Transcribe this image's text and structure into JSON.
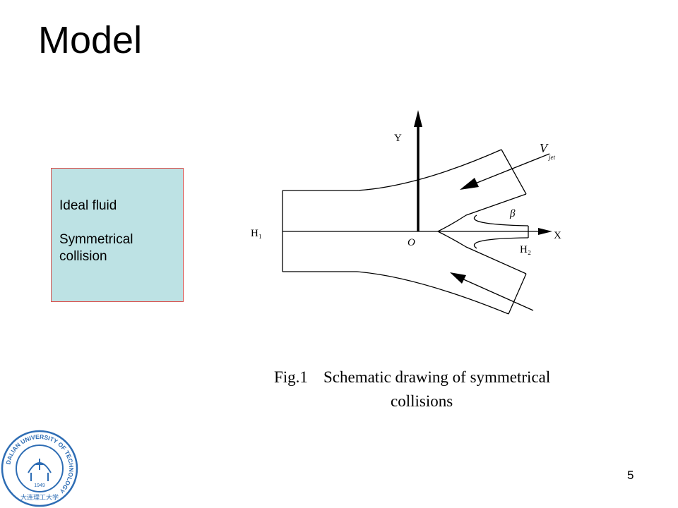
{
  "slide": {
    "title": "Model",
    "page_number": "5"
  },
  "notes": {
    "line1": "Ideal fluid",
    "line2": "Symmetrical collision"
  },
  "figure": {
    "label_y": "Y",
    "label_v": "V",
    "label_v_sub": "jet",
    "label_beta": "β",
    "label_h1": "H₁",
    "label_o": "O",
    "label_x": "X",
    "label_h2": "H₂",
    "caption_fig": "Fig.1",
    "caption_text1": "Schematic drawing of symmetrical",
    "caption_text2": "collisions"
  },
  "logo": {
    "ring_text": "DALIAN UNIVERSITY OF TECHNOLOGY",
    "year": "1949",
    "chinese": "大连理工大学"
  },
  "colors": {
    "notes_bg": "#bde2e4",
    "notes_border": "#d9534f",
    "logo_blue": "#2e6db4"
  }
}
